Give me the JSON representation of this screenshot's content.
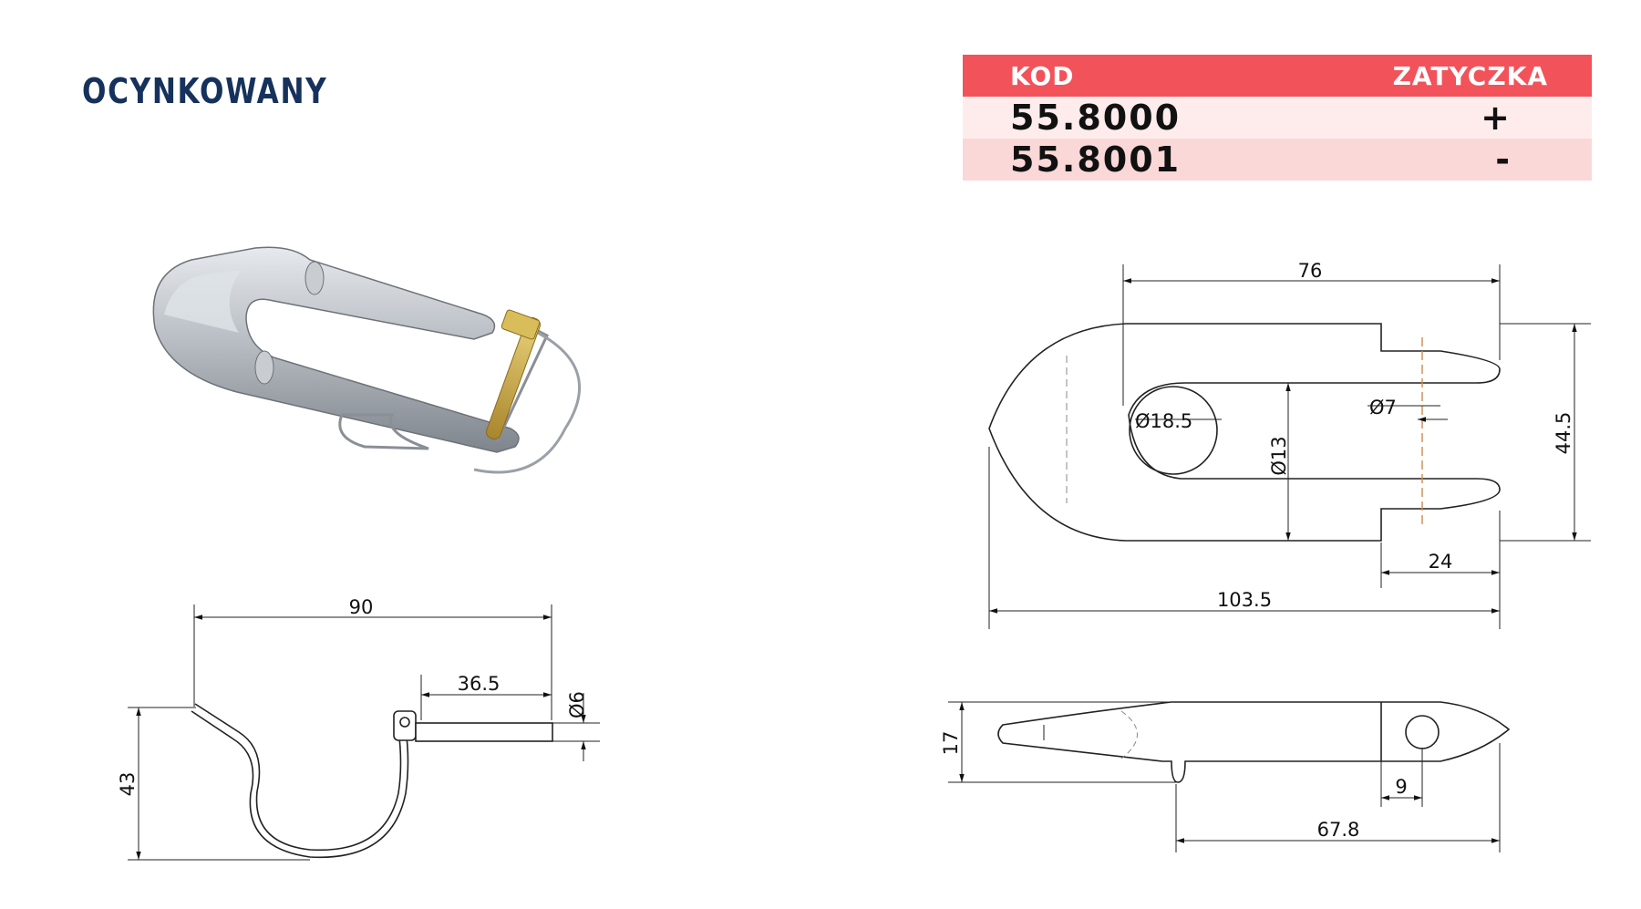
{
  "title": "OCYNKOWANY",
  "table": {
    "headers": {
      "code": "KOD",
      "pin": "ZATYCZKA"
    },
    "rows": [
      {
        "code": "55.8000",
        "pin": "+"
      },
      {
        "code": "55.8001",
        "pin": "-"
      }
    ]
  },
  "dimensions": {
    "pin_width": "90",
    "pin_length": "36.5",
    "pin_diameter": "Ø6",
    "pin_height": "43",
    "clip_76": "76",
    "clip_hole": "Ø18.5",
    "clip_13": "Ø13",
    "clip_7": "Ø7",
    "clip_44_5": "44.5",
    "clip_24": "24",
    "clip_103_5": "103.5",
    "side_17": "17",
    "side_9": "9",
    "side_67_8": "67.8"
  },
  "colors": {
    "title": "#16325c",
    "header": "#f2525a",
    "row1": "#fdeceb",
    "row2": "#fad8d8",
    "centerline": "#d08a4a"
  }
}
